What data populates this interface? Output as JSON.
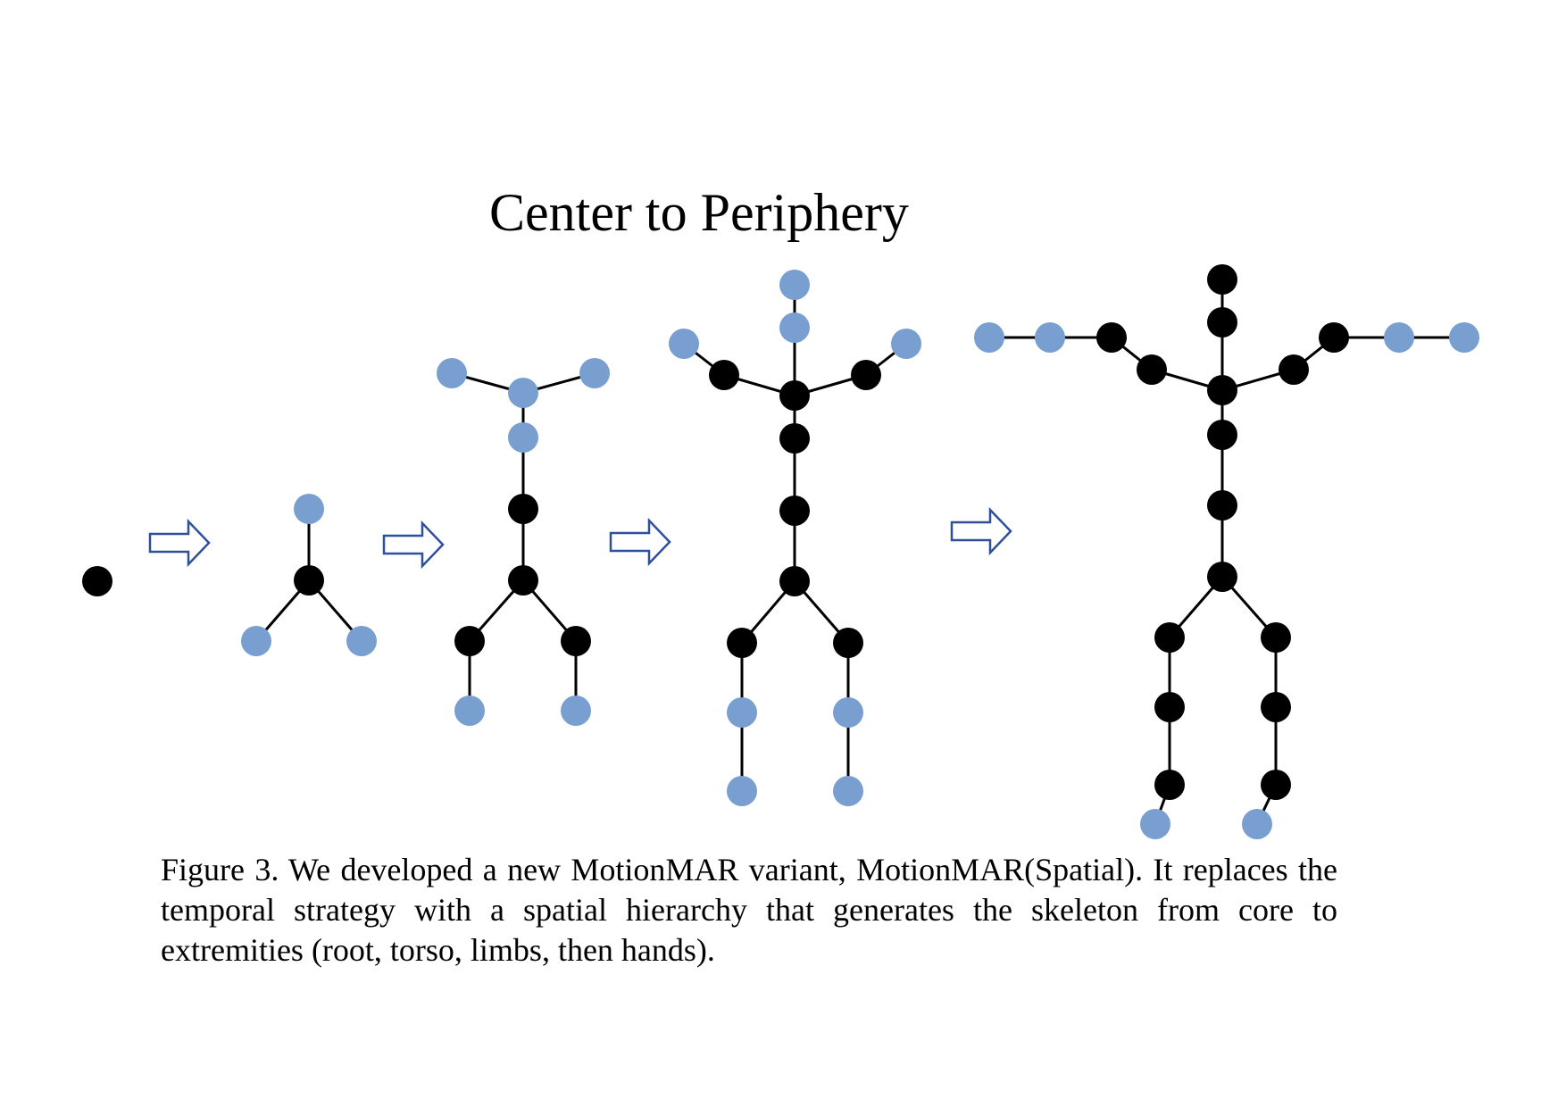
{
  "title": "Center to Periphery",
  "caption": "Figure 3. We developed a new MotionMAR variant, MotionMAR(Spatial). It replaces the temporal strategy with a spatial hierarchy that generates the skeleton from core to extremities (root, torso, limbs, then hands).",
  "colors": {
    "existing_joint": "#000000",
    "new_joint": "#789fd0",
    "bone": "#000000",
    "arrow": "#2f4f9a",
    "background": "#ffffff"
  },
  "stages": [
    {
      "stage": 1,
      "joints": [
        {
          "id": "root",
          "state": "existing"
        }
      ],
      "bones": []
    },
    {
      "stage": 2,
      "joints": [
        {
          "id": "root",
          "state": "existing"
        },
        {
          "id": "spine-1",
          "state": "new"
        },
        {
          "id": "left-hip",
          "state": "new"
        },
        {
          "id": "right-hip",
          "state": "new"
        }
      ],
      "bones": [
        [
          "root",
          "spine-1"
        ],
        [
          "root",
          "left-hip"
        ],
        [
          "root",
          "right-hip"
        ]
      ]
    },
    {
      "stage": 3,
      "joints": [
        {
          "id": "root",
          "state": "existing"
        },
        {
          "id": "spine-1",
          "state": "existing"
        },
        {
          "id": "left-hip",
          "state": "existing"
        },
        {
          "id": "right-hip",
          "state": "existing"
        },
        {
          "id": "left-knee",
          "state": "new"
        },
        {
          "id": "right-knee",
          "state": "new"
        },
        {
          "id": "spine-2",
          "state": "new"
        },
        {
          "id": "neck",
          "state": "new"
        },
        {
          "id": "left-collar",
          "state": "new"
        },
        {
          "id": "right-collar",
          "state": "new"
        }
      ],
      "bones": [
        [
          "root",
          "spine-1"
        ],
        [
          "root",
          "left-hip"
        ],
        [
          "root",
          "right-hip"
        ],
        [
          "left-hip",
          "left-knee"
        ],
        [
          "right-hip",
          "right-knee"
        ],
        [
          "spine-1",
          "spine-2"
        ],
        [
          "spine-2",
          "neck"
        ],
        [
          "neck",
          "left-collar"
        ],
        [
          "neck",
          "right-collar"
        ]
      ]
    },
    {
      "stage": 4,
      "joints": [
        {
          "id": "root",
          "state": "existing"
        },
        {
          "id": "spine-1",
          "state": "existing"
        },
        {
          "id": "left-hip",
          "state": "existing"
        },
        {
          "id": "right-hip",
          "state": "existing"
        },
        {
          "id": "left-knee",
          "state": "new"
        },
        {
          "id": "right-knee",
          "state": "new"
        },
        {
          "id": "left-ankle",
          "state": "new"
        },
        {
          "id": "right-ankle",
          "state": "new"
        },
        {
          "id": "spine-2",
          "state": "existing"
        },
        {
          "id": "neck",
          "state": "existing"
        },
        {
          "id": "head-1",
          "state": "new"
        },
        {
          "id": "head-2",
          "state": "new"
        },
        {
          "id": "left-collar",
          "state": "existing"
        },
        {
          "id": "right-collar",
          "state": "existing"
        },
        {
          "id": "left-shoulder",
          "state": "new"
        },
        {
          "id": "right-shoulder",
          "state": "new"
        }
      ],
      "bones": [
        [
          "root",
          "spine-1"
        ],
        [
          "root",
          "left-hip"
        ],
        [
          "root",
          "right-hip"
        ],
        [
          "left-hip",
          "left-knee"
        ],
        [
          "left-knee",
          "left-ankle"
        ],
        [
          "right-hip",
          "right-knee"
        ],
        [
          "right-knee",
          "right-ankle"
        ],
        [
          "spine-1",
          "spine-2"
        ],
        [
          "spine-2",
          "neck"
        ],
        [
          "neck",
          "head-1"
        ],
        [
          "head-1",
          "head-2"
        ],
        [
          "neck",
          "left-collar"
        ],
        [
          "neck",
          "right-collar"
        ],
        [
          "left-collar",
          "left-shoulder"
        ],
        [
          "right-collar",
          "right-shoulder"
        ]
      ]
    },
    {
      "stage": 5,
      "joints": [
        {
          "id": "root",
          "state": "existing"
        },
        {
          "id": "spine-1",
          "state": "existing"
        },
        {
          "id": "left-hip",
          "state": "existing"
        },
        {
          "id": "right-hip",
          "state": "existing"
        },
        {
          "id": "left-knee",
          "state": "existing"
        },
        {
          "id": "right-knee",
          "state": "existing"
        },
        {
          "id": "left-ankle",
          "state": "existing"
        },
        {
          "id": "right-ankle",
          "state": "existing"
        },
        {
          "id": "left-foot",
          "state": "new"
        },
        {
          "id": "right-foot",
          "state": "new"
        },
        {
          "id": "spine-2",
          "state": "existing"
        },
        {
          "id": "neck",
          "state": "existing"
        },
        {
          "id": "head-1",
          "state": "existing"
        },
        {
          "id": "head-2",
          "state": "existing"
        },
        {
          "id": "left-collar",
          "state": "existing"
        },
        {
          "id": "right-collar",
          "state": "existing"
        },
        {
          "id": "left-shoulder",
          "state": "existing"
        },
        {
          "id": "right-shoulder",
          "state": "existing"
        },
        {
          "id": "left-elbow",
          "state": "new"
        },
        {
          "id": "right-elbow",
          "state": "new"
        },
        {
          "id": "left-wrist",
          "state": "new"
        },
        {
          "id": "right-wrist",
          "state": "new"
        }
      ],
      "bones": [
        [
          "root",
          "spine-1"
        ],
        [
          "root",
          "left-hip"
        ],
        [
          "root",
          "right-hip"
        ],
        [
          "left-hip",
          "left-knee"
        ],
        [
          "left-knee",
          "left-ankle"
        ],
        [
          "left-ankle",
          "left-foot"
        ],
        [
          "right-hip",
          "right-knee"
        ],
        [
          "right-knee",
          "right-ankle"
        ],
        [
          "right-ankle",
          "right-foot"
        ],
        [
          "spine-1",
          "spine-2"
        ],
        [
          "spine-2",
          "neck"
        ],
        [
          "neck",
          "head-1"
        ],
        [
          "head-1",
          "head-2"
        ],
        [
          "neck",
          "left-collar"
        ],
        [
          "neck",
          "right-collar"
        ],
        [
          "left-collar",
          "left-shoulder"
        ],
        [
          "left-shoulder",
          "left-elbow"
        ],
        [
          "left-elbow",
          "left-wrist"
        ],
        [
          "right-collar",
          "right-shoulder"
        ],
        [
          "right-shoulder",
          "right-elbow"
        ],
        [
          "right-elbow",
          "right-wrist"
        ]
      ]
    }
  ],
  "arrow_count": 4
}
